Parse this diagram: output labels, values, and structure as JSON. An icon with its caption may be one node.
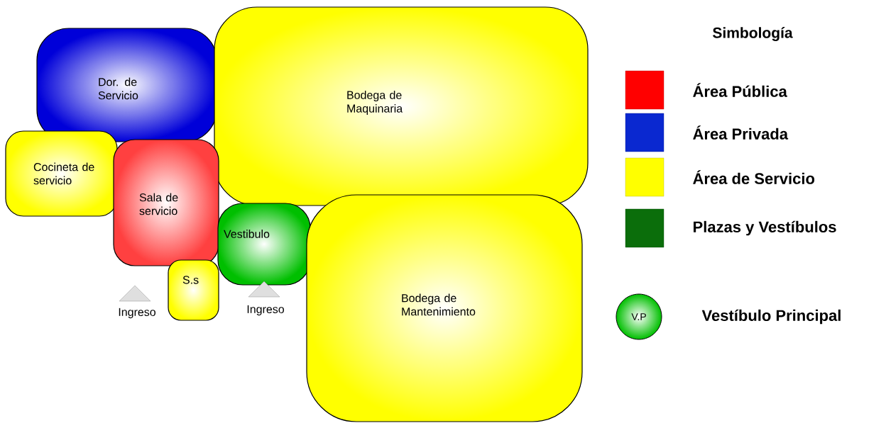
{
  "diagram": {
    "nodes": [
      {
        "text": [
          "Dor. de Servicio"
        ]
      },
      {
        "text": [
          "Bodega de Maquinaria"
        ]
      },
      {
        "text": [
          "Cocineta de servicio"
        ]
      },
      {
        "text": [
          "Sala de servicio"
        ]
      },
      {
        "text": [
          "Vestibulo"
        ]
      },
      {
        "text": [
          "S.s"
        ]
      },
      {
        "text": [
          "Ingreso"
        ]
      },
      {
        "text": [
          "Ingreso"
        ]
      },
      {
        "text": [
          "Bodega de Mantenimiento"
        ]
      },
      {
        "text": [
          "V.P"
        ],
        "beside": [
          "Vestíbulo Principal"
        ]
      }
    ],
    "labels": [
      "Simbología"
    ],
    "legend": [
      {
        "text": "Área Pública",
        "color": "#ff0000"
      },
      {
        "text": "Área Privada",
        "color": "#0a28d0"
      },
      {
        "text": "Área de Servicio",
        "color": "#ffff00"
      },
      {
        "text": "Plazas y Vestíbulos",
        "color": "#0b6e0b"
      }
    ]
  }
}
